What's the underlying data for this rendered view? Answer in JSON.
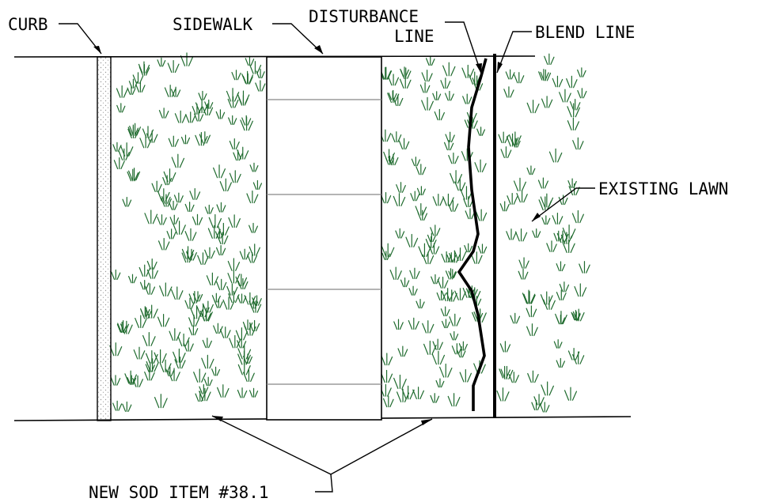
{
  "labels": {
    "curb": "CURB",
    "sidewalk": "SIDEWALK",
    "disturbance_line_1": "DISTURBANCE",
    "disturbance_line_2": "LINE",
    "blend_line": "BLEND LINE",
    "existing_lawn": "EXISTING LAWN",
    "new_sod": "NEW SOD ITEM #38.1"
  },
  "colors": {
    "grass": "#1f6b2e",
    "line": "#000000",
    "curb_stipple": "#9a9a9a",
    "joint": "#888888"
  }
}
